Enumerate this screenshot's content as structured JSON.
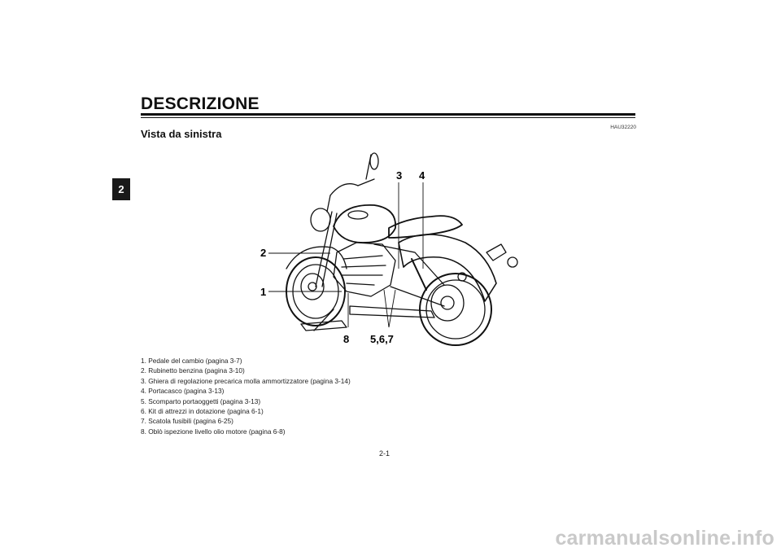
{
  "chapter_tab": "2",
  "header": {
    "title": "DESCRIZIONE",
    "subtitle": "Vista da sinistra",
    "ref_code": "HAU32220"
  },
  "callouts": {
    "c1": "1",
    "c2": "2",
    "c3": "3",
    "c4": "4",
    "c8": "8",
    "c567": "5,6,7"
  },
  "legend": [
    "1. Pedale del cambio (pagina 3-7)",
    "2. Rubinetto benzina (pagina 3-10)",
    "3. Ghiera di regolazione precarica molla ammortizzatore (pagina 3-14)",
    "4. Portacasco (pagina 3-13)",
    "5. Scomparto portaoggetti (pagina 3-13)",
    "6. Kit di attrezzi in dotazione (pagina 6-1)",
    "7. Scatola fusibili (pagina 6-25)",
    "8. Oblò ispezione livello olio motore (pagina 6-8)"
  ],
  "footer": {
    "page_number": "2-1",
    "watermark": "carmanualsonline.info"
  }
}
